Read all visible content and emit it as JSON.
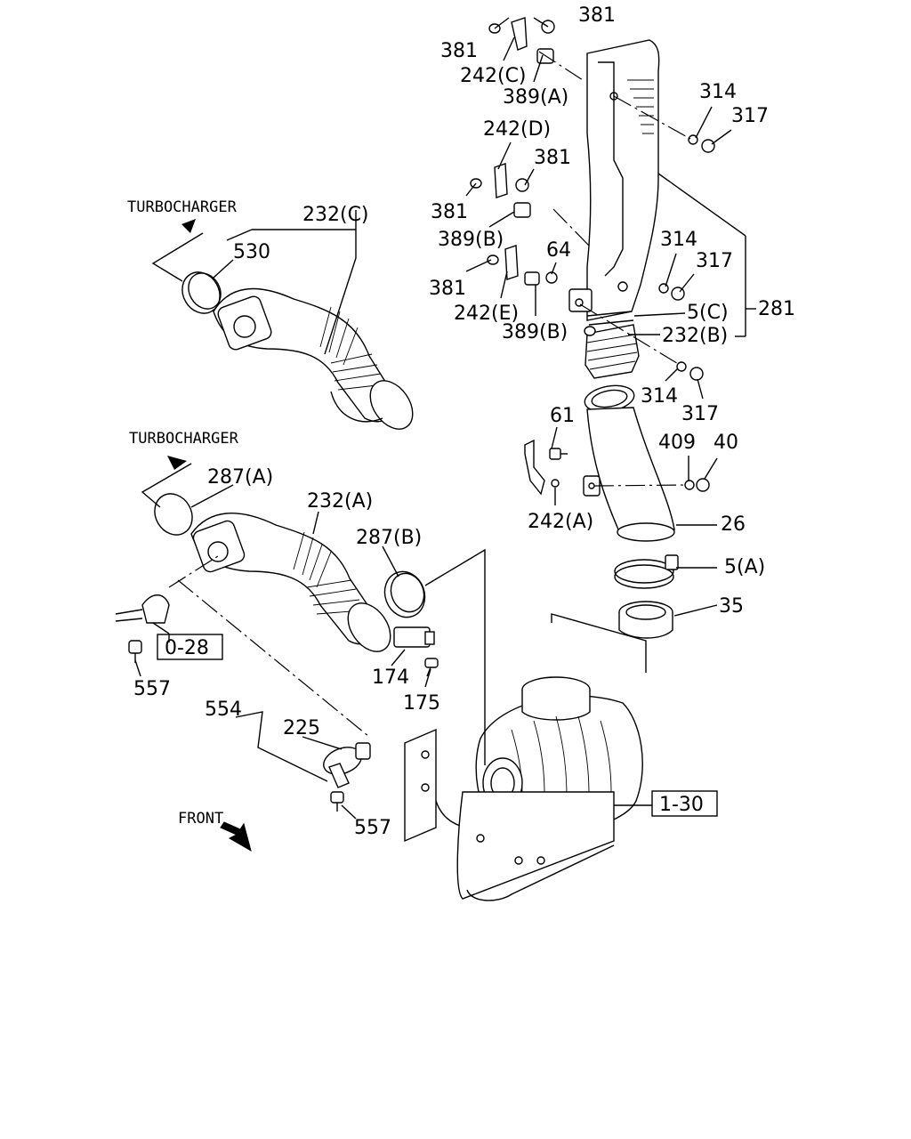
{
  "direction_labels": {
    "turbo_upper": "TURBOCHARGER",
    "turbo_lower": "TURBOCHARGER",
    "front": "FRONT"
  },
  "callouts": {
    "c381_top": "381",
    "c381_a": "381",
    "c242c": "242(C)",
    "c389a": "389(A)",
    "c314_top": "314",
    "c317_top": "317",
    "c242d": "242(D)",
    "c381_b": "381",
    "c381_c": "381",
    "c389b_upper": "389(B)",
    "c64": "64",
    "c381_d": "381",
    "c242e": "242(E)",
    "c389b_lower": "389(B)",
    "c314_mid": "314",
    "c317_mid": "317",
    "c5c": "5(C)",
    "c281": "281",
    "c232b": "232(B)",
    "c314_low": "314",
    "c317_low": "317",
    "c61": "61",
    "c409": "409",
    "c40": "40",
    "c242a": "242(A)",
    "c26": "26",
    "c5a": "5(A)",
    "c35": "35",
    "c232c": "232(C)",
    "c530": "530",
    "c287a": "287(A)",
    "c232a": "232(A)",
    "c287b": "287(B)",
    "c174": "174",
    "c175": "175",
    "c557_left": "557",
    "c554": "554",
    "c225": "225",
    "c557_low": "557"
  },
  "refs": {
    "r028": "0-28",
    "r130": "1-30"
  }
}
